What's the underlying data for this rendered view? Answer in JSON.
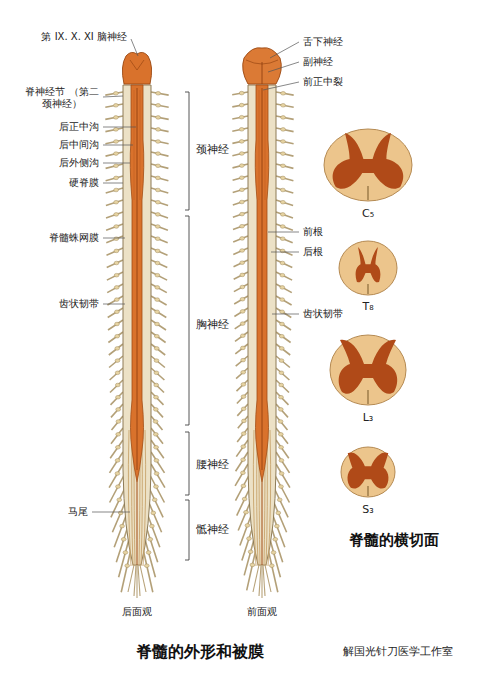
{
  "diagram": {
    "caption": "脊髓的外形和被膜",
    "labels": [
      "第 IX. X. XI 脑神经",
      "脊神经节 （第二颈神经）",
      "后正中沟",
      "后中间沟",
      "后外侧沟",
      "硬脊膜",
      "脊髓蛛网膜",
      "齿状韧带",
      "马尾",
      "后面观",
      "颈神经",
      "胸神经",
      "腰神经",
      "骶神经",
      "舌下神经",
      "副神经",
      "前正中裂",
      "前根",
      "后根",
      "齿状韧带",
      "前面观",
      "C₅",
      "T₈",
      "L₃",
      "S₃",
      "脊髓的横切面",
      "解国光针刀医学工作室"
    ]
  }
}
